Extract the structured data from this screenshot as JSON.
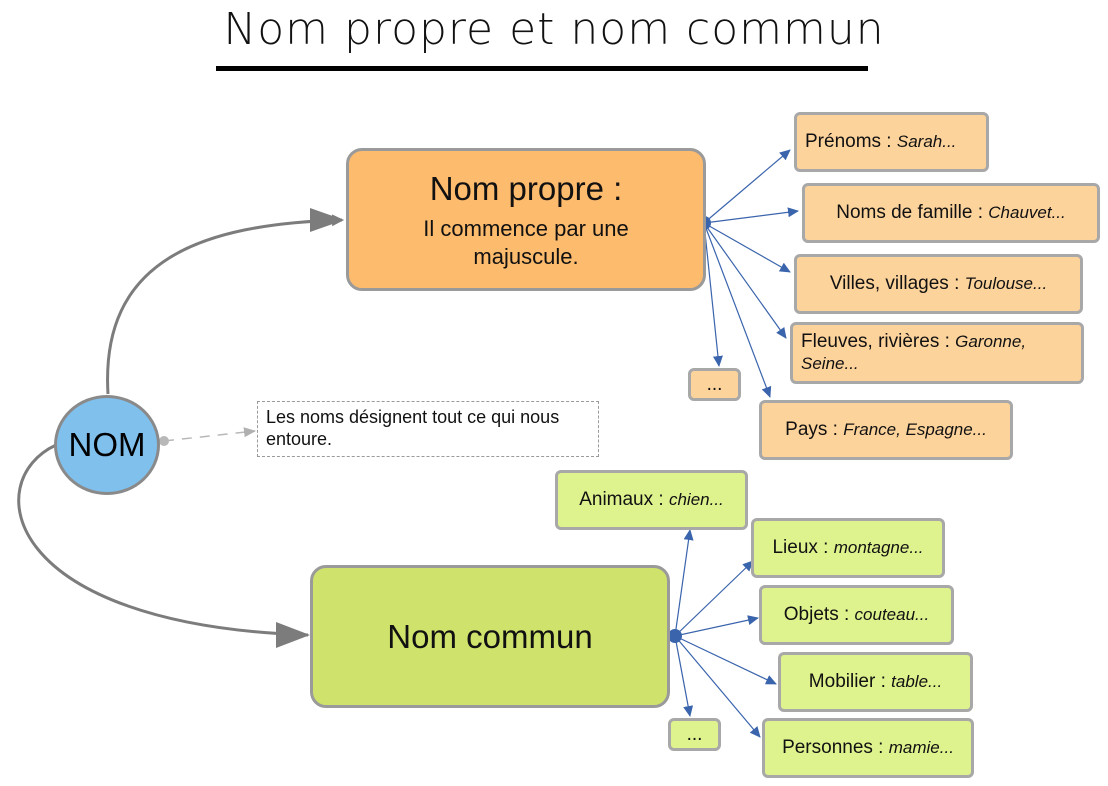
{
  "title": "Nom propre et nom commun",
  "center": {
    "label": "NOM"
  },
  "note": "Les noms désignent tout ce qui nous entoure.",
  "propre": {
    "title": "Nom propre :",
    "desc": "Il commence par une majuscule.",
    "items": [
      {
        "label": "Prénoms : ",
        "example": "Sarah..."
      },
      {
        "label": "Noms de famille : ",
        "example": "Chauvet..."
      },
      {
        "label": "Villes, villages : ",
        "example": "Toulouse..."
      },
      {
        "label": "Fleuves, rivières : ",
        "example": "Garonne, Seine..."
      },
      {
        "label": "Pays : ",
        "example": "France, Espagne..."
      }
    ],
    "more": "..."
  },
  "commun": {
    "title": "Nom commun",
    "items": [
      {
        "label": "Animaux : ",
        "example": "chien..."
      },
      {
        "label": "Lieux : ",
        "example": "montagne..."
      },
      {
        "label": "Objets : ",
        "example": "couteau..."
      },
      {
        "label": "Mobilier : ",
        "example": "table..."
      },
      {
        "label": "Personnes : ",
        "example": "mamie..."
      }
    ],
    "more": "..."
  },
  "colors": {
    "propre": "#fdbb6e",
    "propre_leaf": "#fdd39c",
    "commun": "#cfe26c",
    "commun_leaf": "#def28e",
    "nom": "#80c0ec",
    "connector": "#3a64ac"
  }
}
